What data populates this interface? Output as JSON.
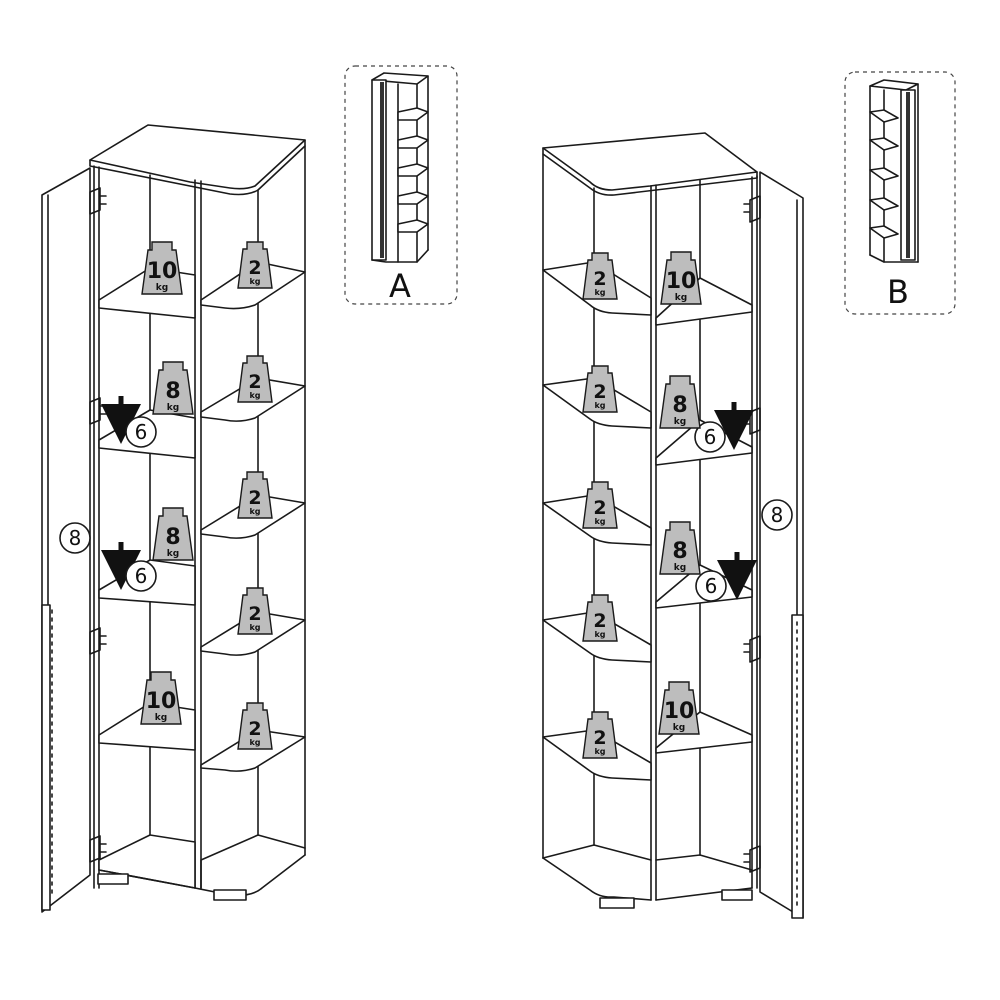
{
  "inset_a": {
    "label": "A"
  },
  "inset_b": {
    "label": "B"
  },
  "left_cabinet": {
    "door_callout": "8",
    "drop_callouts": [
      "6",
      "6"
    ],
    "main_shelf_loads": [
      {
        "value": "10",
        "unit": "kg"
      },
      {
        "value": "8",
        "unit": "kg"
      },
      {
        "value": "8",
        "unit": "kg"
      },
      {
        "value": "10",
        "unit": "kg"
      }
    ],
    "side_shelf_loads": [
      {
        "value": "2",
        "unit": "kg"
      },
      {
        "value": "2",
        "unit": "kg"
      },
      {
        "value": "2",
        "unit": "kg"
      },
      {
        "value": "2",
        "unit": "kg"
      },
      {
        "value": "2",
        "unit": "kg"
      }
    ]
  },
  "right_cabinet": {
    "door_callout": "8",
    "drop_callouts": [
      "6",
      "6"
    ],
    "main_shelf_loads": [
      {
        "value": "10",
        "unit": "kg"
      },
      {
        "value": "8",
        "unit": "kg"
      },
      {
        "value": "8",
        "unit": "kg"
      },
      {
        "value": "10",
        "unit": "kg"
      }
    ],
    "side_shelf_loads": [
      {
        "value": "2",
        "unit": "kg"
      },
      {
        "value": "2",
        "unit": "kg"
      },
      {
        "value": "2",
        "unit": "kg"
      },
      {
        "value": "2",
        "unit": "kg"
      },
      {
        "value": "2",
        "unit": "kg"
      }
    ]
  },
  "icons": {
    "weight": "weight-icon",
    "arrow": "arrow-down-icon",
    "hinge": "hinge-icon"
  }
}
